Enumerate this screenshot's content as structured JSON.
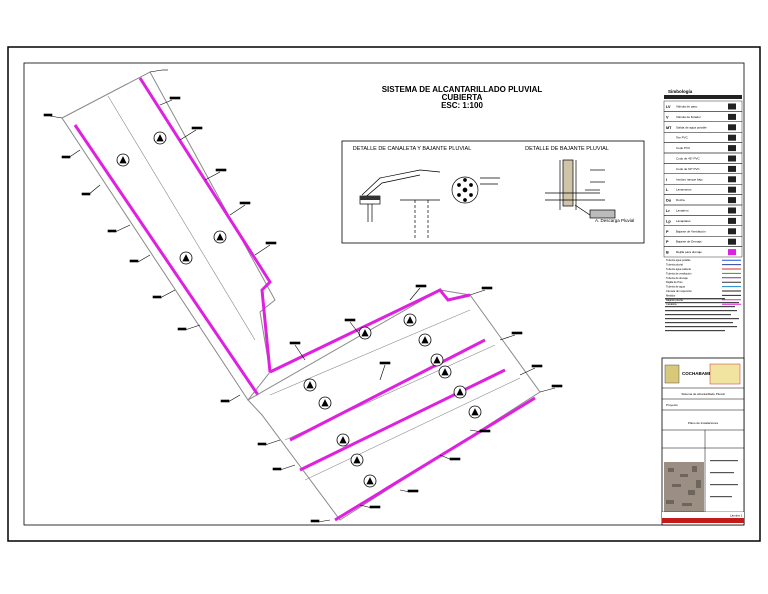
{
  "title": {
    "line1": "SISTEMA DE ALCANTARILLADO PLUVIAL",
    "line2": "CUBIERTA",
    "line3": "ESC: 1:100"
  },
  "details": {
    "left_title": "DETALLE DE CANALETA Y BAJANTE PLUVIAL",
    "right_title": "DETALLE DE BAJANTE PLUVIAL",
    "right_caption": "A. Descarga Pluvial"
  },
  "legend": {
    "header": "Simbología",
    "items": [
      {
        "code": "LV",
        "label": "Válvula de paso"
      },
      {
        "code": "V",
        "label": "Válvula de flotador"
      },
      {
        "code": "MT",
        "label": "Salida de agua potable"
      },
      {
        "code": "",
        "label": "Tee PVC"
      },
      {
        "code": "",
        "label": "Codo PVC"
      },
      {
        "code": "",
        "label": "Codo de 45° PVC"
      },
      {
        "code": "",
        "label": "Codo de 90° PVC"
      },
      {
        "code": "I",
        "label": "Inodoro tanque bajo"
      },
      {
        "code": "L",
        "label": "Lavamanos"
      },
      {
        "code": "Du",
        "label": "Ducha"
      },
      {
        "code": "Lr",
        "label": "Lavadero"
      },
      {
        "code": "Lp",
        "label": "Lavaplatos"
      },
      {
        "code": "P",
        "label": "Bajante de Ventilación"
      },
      {
        "code": "P",
        "label": "Bajante de Drenaje"
      },
      {
        "code": "B",
        "label": "Rejilla para drenaje"
      }
    ],
    "lines": [
      "Tubería agua potable",
      "Tubería pluvial",
      "Tubería agua caliente",
      "Tubería de ventilación",
      "Tubería de drenaje",
      "Rejilla de Piso",
      "Tubería de agua",
      "Cámara de inspección",
      "Medidor",
      "Bajante pluvial",
      "Canaleta"
    ]
  },
  "title_block": {
    "logo_text": "COCHABAMBA",
    "row1": "Sistema de Alcantarillado Pluvial",
    "row2": "Proyecto",
    "row3": "Plano de Instalaciones",
    "sheet": "Lámina 1"
  },
  "colors": {
    "border": "#000000",
    "magenta": "#e020e0",
    "gray": "#8a8a8a",
    "legend_blue": "#2a3f9e",
    "title_bar_red": "#c41a1a"
  }
}
